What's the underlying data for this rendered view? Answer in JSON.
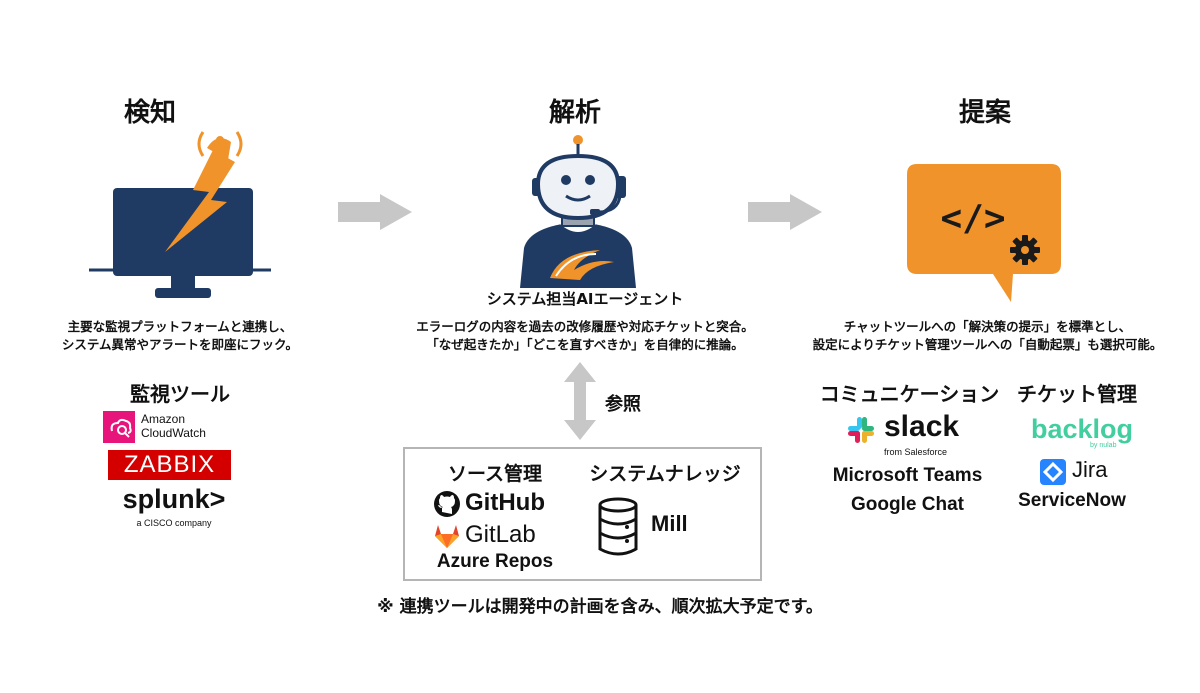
{
  "stages": {
    "detect": {
      "title": "検知",
      "desc_line1": "主要な監視プラットフォームと連携し、",
      "desc_line2": "システム異常やアラートを即座にフック。"
    },
    "analyze": {
      "title": "解析",
      "agent_label": "システム担当AIエージェント",
      "desc_line1": "エラーログの内容を過去の改修履歴や対応チケットと突合。",
      "desc_line2": "「なぜ起きたか」「どこを直すべきか」を自律的に推論。"
    },
    "propose": {
      "title": "提案",
      "desc_line1": "チャットツールへの「解決策の提示」を標準とし、",
      "desc_line2": "設定によりチケット管理ツールへの「自動起票」も選択可能。"
    }
  },
  "monitoring": {
    "heading": "監視ツール",
    "tools": {
      "cloudwatch_line1": "Amazon",
      "cloudwatch_line2": "CloudWatch",
      "zabbix": "ZABBIX",
      "splunk": "splunk>",
      "splunk_sub": "a CISCO company"
    }
  },
  "reference": {
    "label": "参照",
    "source": {
      "heading": "ソース管理",
      "github": "GitHub",
      "gitlab": "GitLab",
      "azure": "Azure Repos"
    },
    "knowledge": {
      "heading": "システムナレッジ",
      "mill": "Mill"
    }
  },
  "communication": {
    "heading": "コミュニケーション",
    "slack": "slack",
    "slack_sub": "from Salesforce",
    "teams": "Microsoft Teams",
    "gchat": "Google Chat"
  },
  "tickets": {
    "heading": "チケット管理",
    "backlog": "backlog",
    "backlog_sub": "by nulab",
    "jira": "Jira",
    "servicenow": "ServiceNow"
  },
  "footnote": "※ 連携ツールは開発中の計画を含み、順次拡大予定です。",
  "colors": {
    "navy": "#1f3b63",
    "orange": "#f0932b",
    "arrow_gray": "#c7c7c7",
    "zabbix_red": "#d40000",
    "cloudwatch_pink": "#e7157b",
    "backlog_green": "#42ce9f",
    "jira_blue": "#2684ff"
  }
}
